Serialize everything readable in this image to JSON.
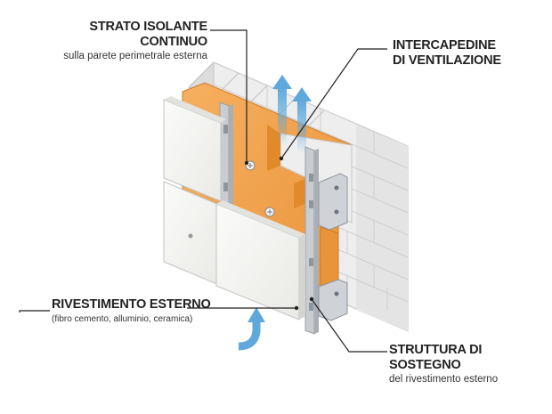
{
  "labels": {
    "insulation": {
      "title": "STRATO ISOLANTE CONTINUO",
      "subtitle": "sulla parete perimetrale esterna"
    },
    "ventilation": {
      "line1": "INTERCAPEDINE",
      "line2": "DI VENTILAZIONE"
    },
    "cladding": {
      "title": "RIVESTIMENTO ESTERNO",
      "subtitle": "(fibro cemento, alluminio, ceramica)"
    },
    "structure": {
      "title": "STRUTTURA DI SOSTEGNO",
      "subtitle": "del rivestimento esterno"
    }
  },
  "colors": {
    "wall_block": "#ececec",
    "wall_block_shade": "#d6d6d6",
    "insulation": "#f3a24a",
    "insulation_shade": "#e08a2c",
    "panel": "#f4f4f2",
    "panel_edge": "#c9c9c6",
    "metal": "#c4c8cc",
    "arrow_blue": "#5fa8dc",
    "leader": "#222222"
  },
  "icons": [
    "airflow-up-arrow-icon",
    "airflow-curved-arrow-icon",
    "fastener-icon"
  ]
}
